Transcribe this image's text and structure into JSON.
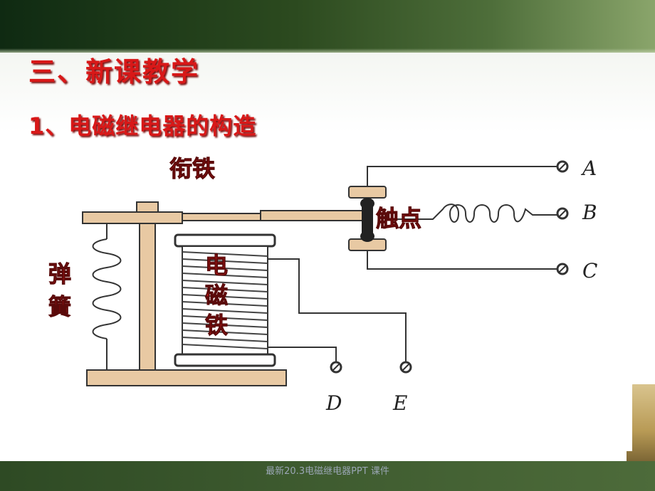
{
  "heading": "三、新课教学",
  "subheading": "1、电磁继电器的构造",
  "diagram": {
    "labels": {
      "armature": "衔铁",
      "contact": "触点",
      "spring_1": "弹",
      "spring_2": "簧",
      "electromagnet_1": "电",
      "electromagnet_2": "磁",
      "electromagnet_3": "铁"
    },
    "terminals": {
      "a": "A",
      "b": "B",
      "c": "C",
      "d": "D",
      "e": "E"
    }
  },
  "footer": "最新20.3电磁继电器PPT 课件",
  "colors": {
    "accent_red": "#d81818",
    "wood": "#e8c9a3",
    "band_green": "#2c4a1f"
  }
}
